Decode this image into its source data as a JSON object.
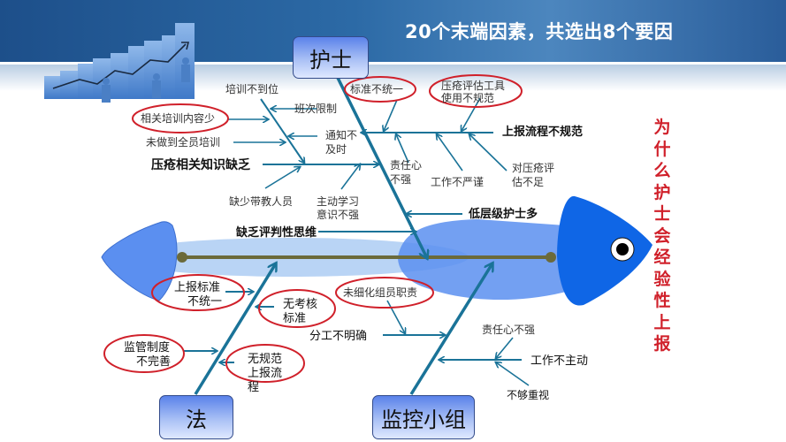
{
  "header": {
    "title": "20个末端因素，共选出8个要因"
  },
  "side_question": "为什么护士会经验性上报",
  "colors": {
    "header_blue": "#2c6aa6",
    "bone_teal": "#1a7398",
    "spine_olive": "#6b6a3a",
    "fish_head": "#0f66e6",
    "fish_tail": "#5b8ff0",
    "highlight_red": "#d0202a"
  },
  "categories": {
    "nurse": "护士",
    "law": "法",
    "monitor": "监控小组"
  },
  "causes": {
    "nurse": {
      "knowledge": {
        "label": "压疮相关知识缺乏",
        "subs": [
          "培训不到位",
          "班次限制",
          "相关培训内容少",
          "未做到全员培训",
          "通知不及时",
          "缺少带教人员",
          "主动学习意识不强"
        ]
      },
      "report": {
        "label": "上报流程不规范",
        "subs": [
          "标准不统一",
          "压疮评估工具使用不规范",
          "责任心不强",
          "工作不严谨",
          "对压疮评估不足"
        ]
      },
      "low_level": "低层级护士多",
      "critical": "缺乏评判性思维"
    },
    "law": {
      "subs": [
        "上报标准不统一",
        "无考核标准",
        "监管制度不完善",
        "无规范上报流程"
      ]
    },
    "monitor": {
      "division": {
        "label": "分工不明确",
        "subs": [
          "未细化组员职责"
        ]
      },
      "active": {
        "label": "工作不主动",
        "subs": [
          "责任心不强",
          "不够重视"
        ]
      }
    }
  },
  "texts": {
    "t_peixun": "培训不到位",
    "t_banci": "班次限制",
    "t_xiangguan": "相关培训内容少",
    "t_weizuodao": "未做到全员培训",
    "t_tongzhi1": "通知不",
    "t_tongzhi2": "及时",
    "t_zhishi": "压疮相关知识缺乏",
    "t_daijiao": "缺少带教人员",
    "t_zhudong1": "主动学习",
    "t_zhudong2": "意识不强",
    "t_biaozhun": "标准不统一",
    "t_gongju1": "压疮评估工具",
    "t_gongju2": "使用不规范",
    "t_shangbao": "上报流程不规范",
    "t_zeren1": "责任心",
    "t_zeren2": "不强",
    "t_yanjin": "工作不严谨",
    "t_pinggu1": "对压疮评",
    "t_pinggu2": "估不足",
    "t_diceng": "低层级护士多",
    "t_pingpan": "缺乏评判性思维",
    "t_sbbz1": "上报标准",
    "t_sbbz2": "不统一",
    "t_kaohe1": "无考核",
    "t_kaohe2": "标准",
    "t_jianguan1": "监管制度",
    "t_jianguan2": "不完善",
    "t_wgf1": "无规范",
    "t_wgf2": "上报流",
    "t_wgf3": "程",
    "t_xihua": "未细化组员职责",
    "t_fengong": "分工不明确",
    "t_zrx": "责任心不强",
    "t_zhudong": "工作不主动",
    "t_zhongshi": "不够重视"
  }
}
